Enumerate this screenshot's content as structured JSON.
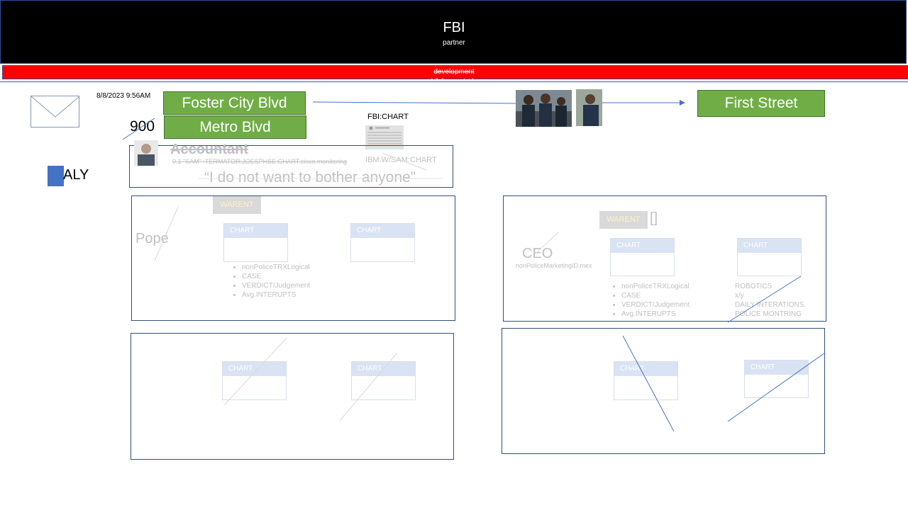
{
  "header": {
    "title": "FBI",
    "subtitle": "partner"
  },
  "banner": {
    "text": "development",
    "subtext": "Lifelines outside"
  },
  "datetime": "8/8/2023 9:56AM",
  "count": "900",
  "locations": {
    "foster": "Foster City Blvd",
    "metro": "Metro Blvd",
    "first": "First Street"
  },
  "fbi_chart": {
    "label": "FBI:CHART",
    "sub": "IBM:W/SAM:CHART"
  },
  "accountant": {
    "title": "Accountant",
    "detail": "0.1 \"SAM\" :TERMATOR:JOESPHSE:CHART.cisco.monitoring",
    "quote": "“I do not want to bother anyone”"
  },
  "aly": "ALY",
  "panel1": {
    "name": "Pope",
    "warent": "WARENT",
    "chart_a": "CHART",
    "chart_b": "CHART",
    "bullets": [
      "nonPoliceTRXLogical",
      "CASE",
      "VERDICT/Judgement",
      "Avg.INTERUPTS"
    ]
  },
  "panel2": {
    "name": "CEO",
    "sub": "nonPoliceMarketingID.mex",
    "warent": "WARENT",
    "bracket": "[]",
    "chart_a": "CHART",
    "chart_b": "CHART",
    "bullets": [
      "nonPoliceTRXLogical",
      "CASE",
      "VERDICT/Judgement",
      "Avg.INTERUPTS"
    ],
    "right_list": [
      "ROBOTICS",
      "x/y",
      "DAILY INTERATIONS.",
      "POLICE MONTRING"
    ]
  },
  "panel3": {
    "chart_a": "CHART",
    "chart_b": "CHART"
  },
  "panel4": {
    "chart_a": "CHART",
    "chart_b": "CHART"
  },
  "colors": {
    "header_bg": "#000000",
    "banner": "#ff0000",
    "location_btn": "#70ad47",
    "accent": "#4472c4"
  }
}
